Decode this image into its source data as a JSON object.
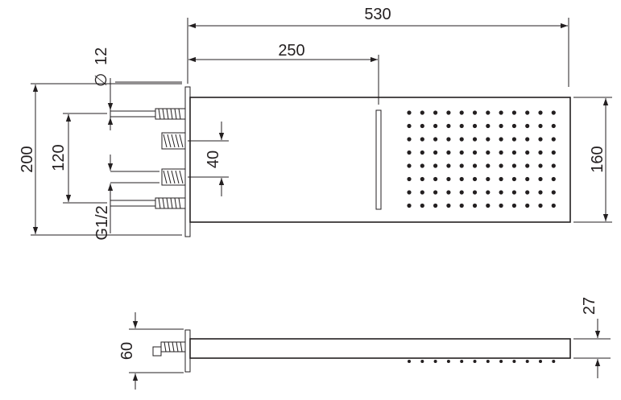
{
  "dimensions": {
    "total_length": "530",
    "arm_length": "250",
    "dia_label": "12",
    "dia_symbol": "∅",
    "mount_height": "200",
    "inlet_spacing": "120",
    "thread_spacing": "40",
    "head_width": "160",
    "thread_label": "G1/2",
    "side_depth": "60",
    "side_thickness": "27"
  },
  "colors": {
    "line": "#231f20",
    "background": "#ffffff"
  }
}
